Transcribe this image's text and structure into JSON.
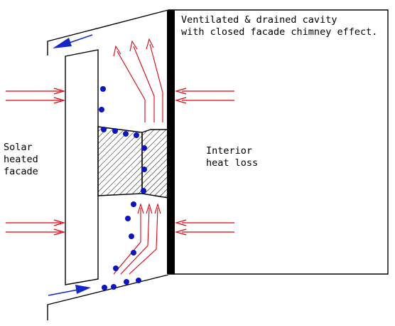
{
  "caption": {
    "line1": "Ventilated & drained cavity",
    "line2": "with closed facade chimney effect."
  },
  "left_label": {
    "line1": "Solar",
    "line2": "heated",
    "line3": "facade"
  },
  "right_label": {
    "line1": "Interior",
    "line2": "heat loss"
  },
  "colors": {
    "line": "#000000",
    "heat_arrow": "#e0000f",
    "air_flow_arrow": "#1428c8",
    "air_particle": "#0a14c8",
    "hatch": "#000000",
    "background": "#ffffff"
  },
  "icons": {
    "heat_arrow": "right-pointing-red-double-arrow",
    "air_flow_arrow": "blue-arrow",
    "particle": "blue-dot"
  }
}
